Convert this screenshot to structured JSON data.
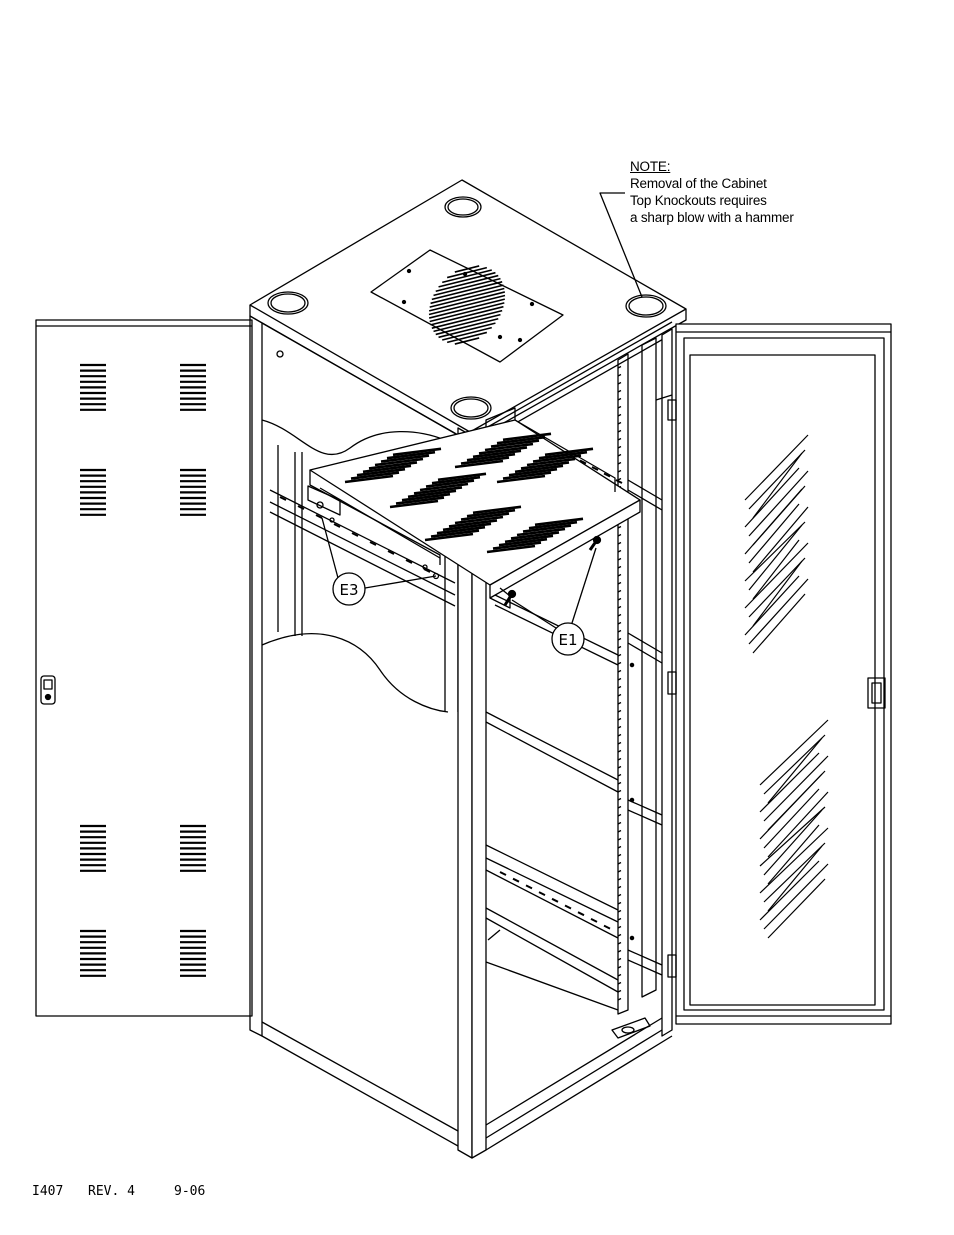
{
  "note": {
    "title": "NOTE:",
    "lines": [
      "Removal of the Cabinet",
      "Top Knockouts requires",
      "a sharp blow with a hammer"
    ]
  },
  "callouts": {
    "e1": "E1",
    "e3": "E3"
  },
  "footer": {
    "drawing_number": "I407",
    "revision": "REV. 4",
    "date": "9-06"
  },
  "colors": {
    "ink": "#000000",
    "paper": "#ffffff"
  }
}
